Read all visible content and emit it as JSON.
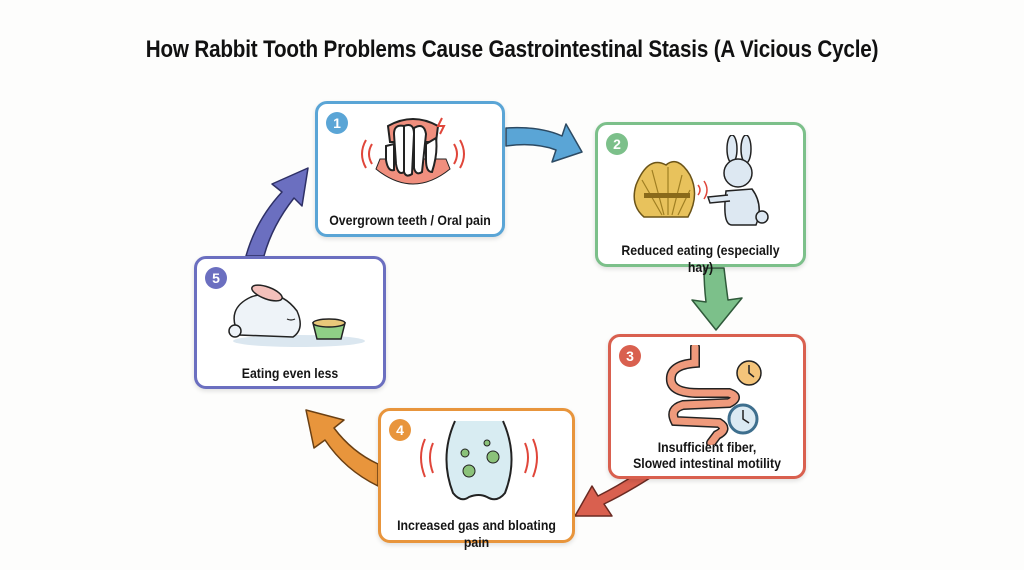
{
  "title": "How Rabbit Tooth Problems Cause Gastrointestinal Stasis (A Vicious Cycle)",
  "steps": [
    {
      "number": "1",
      "label": "Overgrown teeth / Oral pain",
      "color": "#5aa5d6",
      "icon": "teeth-pain-icon"
    },
    {
      "number": "2",
      "label": "Reduced eating (especially hay)",
      "color": "#7cc08a",
      "icon": "rabbit-refusing-hay-icon"
    },
    {
      "number": "3",
      "label_line1": "Insufficient fiber,",
      "label_line2": "Slowed intestinal motility",
      "color": "#d9604f",
      "icon": "intestine-clock-icon"
    },
    {
      "number": "4",
      "label": "Increased gas and bloating pain",
      "color": "#e8953c",
      "icon": "bloated-belly-icon"
    },
    {
      "number": "5",
      "label": "Eating even less",
      "color": "#6b6fc0",
      "icon": "rabbit-food-bowl-icon"
    }
  ]
}
